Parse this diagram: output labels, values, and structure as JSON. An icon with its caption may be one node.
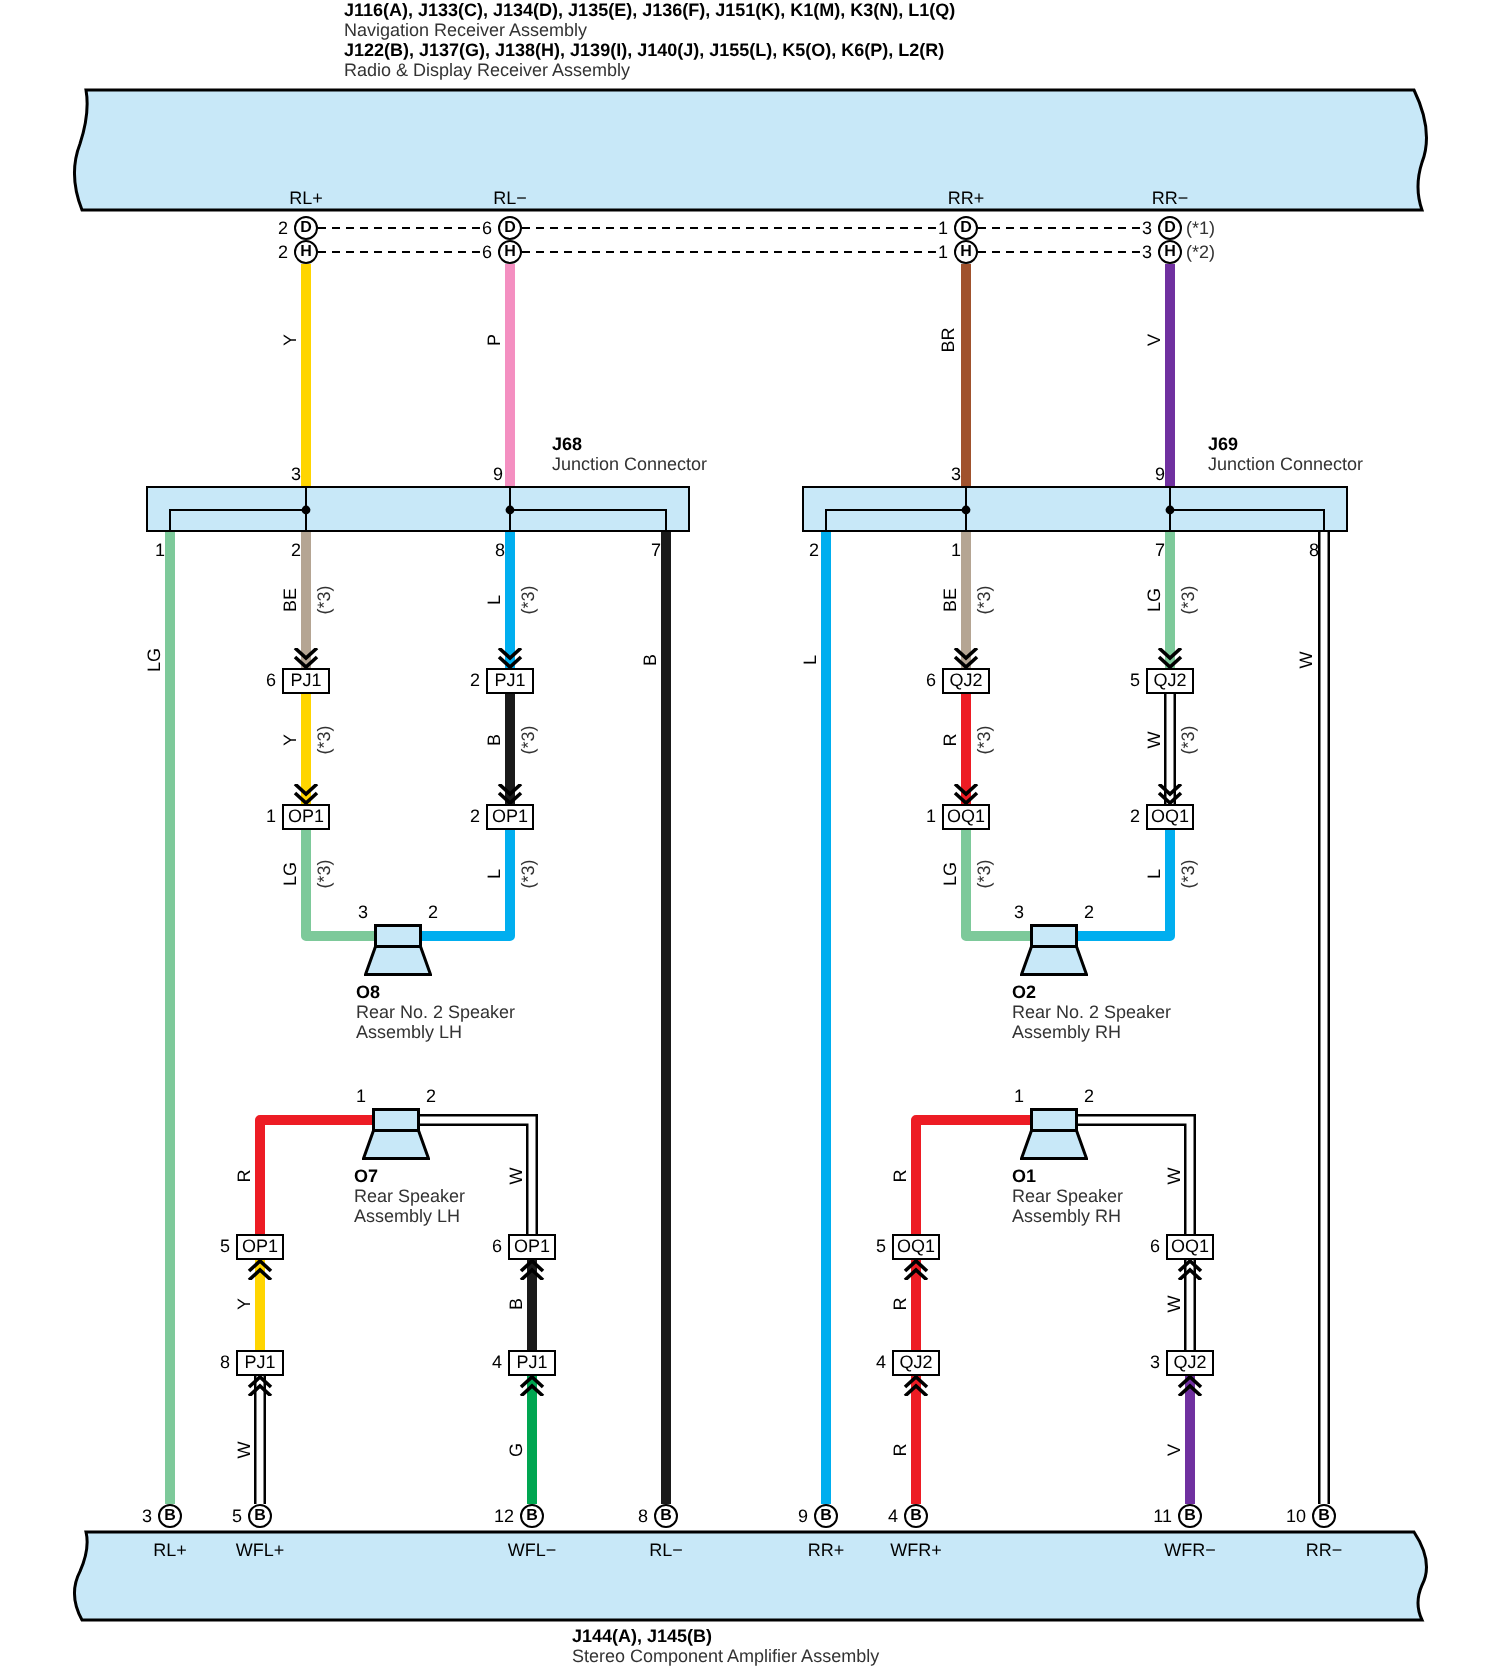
{
  "diagram": {
    "nodes": [
      {
        "text": [
          "J116(A), J133(C), J134(D), J135(E), J136(F), J151(K), K1(M), K3(N), L1(Q)",
          "Navigation Receiver Assembly",
          "J122(B), J137(G), J138(H), J139(I), J140(J), J155(L), K5(O), K6(P), L2(R)",
          "Radio & Display Receiver Assembly"
        ]
      },
      {
        "text": [
          "D"
        ],
        "beside": [
          "2"
        ]
      },
      {
        "text": [
          "D"
        ],
        "beside": [
          "6"
        ]
      },
      {
        "text": [
          "D"
        ],
        "beside": [
          "1"
        ]
      },
      {
        "text": [
          "D"
        ],
        "beside": [
          "3",
          "(*1)"
        ]
      },
      {
        "text": [
          "H"
        ],
        "beside": [
          "2"
        ]
      },
      {
        "text": [
          "H"
        ],
        "beside": [
          "6"
        ]
      },
      {
        "text": [
          "H"
        ],
        "beside": [
          "1"
        ]
      },
      {
        "text": [
          "H"
        ],
        "beside": [
          "3",
          "(*2)"
        ]
      },
      {
        "text": [
          "J68",
          "Junction Connector"
        ],
        "beside": [
          "3",
          "9",
          "1",
          "2",
          "8",
          "7"
        ]
      },
      {
        "text": [
          "J69",
          "Junction Connector"
        ],
        "beside": [
          "3",
          "9",
          "2",
          "1",
          "7",
          "8"
        ]
      },
      {
        "text": [
          "PJ1"
        ],
        "beside": [
          "6"
        ]
      },
      {
        "text": [
          "PJ1"
        ],
        "beside": [
          "2"
        ]
      },
      {
        "text": [
          "OP1"
        ],
        "beside": [
          "1"
        ]
      },
      {
        "text": [
          "OP1"
        ],
        "beside": [
          "2"
        ]
      },
      {
        "text": [
          "O8",
          "Rear No. 2 Speaker Assembly LH"
        ],
        "beside": [
          "3",
          "2"
        ]
      },
      {
        "text": [
          "QJ2"
        ],
        "beside": [
          "6"
        ]
      },
      {
        "text": [
          "QJ2"
        ],
        "beside": [
          "5"
        ]
      },
      {
        "text": [
          "OQ1"
        ],
        "beside": [
          "1"
        ]
      },
      {
        "text": [
          "OQ1"
        ],
        "beside": [
          "2"
        ]
      },
      {
        "text": [
          "O2",
          "Rear No. 2 Speaker Assembly RH"
        ],
        "beside": [
          "3",
          "2"
        ]
      },
      {
        "text": [
          "O7",
          "Rear Speaker Assembly LH"
        ],
        "beside": [
          "1",
          "2"
        ]
      },
      {
        "text": [
          "OP1"
        ],
        "beside": [
          "5"
        ]
      },
      {
        "text": [
          "OP1"
        ],
        "beside": [
          "6"
        ]
      },
      {
        "text": [
          "PJ1"
        ],
        "beside": [
          "8"
        ]
      },
      {
        "text": [
          "PJ1"
        ],
        "beside": [
          "4"
        ]
      },
      {
        "text": [
          "O1",
          "Rear Speaker Assembly RH"
        ],
        "beside": [
          "1",
          "2"
        ]
      },
      {
        "text": [
          "OQ1"
        ],
        "beside": [
          "5"
        ]
      },
      {
        "text": [
          "OQ1"
        ],
        "beside": [
          "6"
        ]
      },
      {
        "text": [
          "QJ2"
        ],
        "beside": [
          "4"
        ]
      },
      {
        "text": [
          "QJ2"
        ],
        "beside": [
          "3"
        ]
      },
      {
        "text": [
          "J144(A), J145(B)",
          "Stereo Component Amplifier Assembly"
        ]
      },
      {
        "text": [
          "B"
        ],
        "beside": [
          "3"
        ]
      },
      {
        "text": [
          "B"
        ],
        "beside": [
          "5"
        ]
      },
      {
        "text": [
          "B"
        ],
        "beside": [
          "12"
        ]
      },
      {
        "text": [
          "B"
        ],
        "beside": [
          "8"
        ]
      },
      {
        "text": [
          "B"
        ],
        "beside": [
          "9"
        ]
      },
      {
        "text": [
          "B"
        ],
        "beside": [
          "4"
        ]
      },
      {
        "text": [
          "B"
        ],
        "beside": [
          "11"
        ]
      },
      {
        "text": [
          "B"
        ],
        "beside": [
          "10"
        ]
      }
    ],
    "edges": [
      {
        "from": 1,
        "to": 2,
        "arrow": "none",
        "style": "dashed"
      },
      {
        "from": 2,
        "to": 3,
        "arrow": "none",
        "style": "dashed"
      },
      {
        "from": 3,
        "to": 4,
        "arrow": "none",
        "style": "dashed"
      },
      {
        "from": 5,
        "to": 6,
        "arrow": "none",
        "style": "dashed"
      },
      {
        "from": 6,
        "to": 7,
        "arrow": "none",
        "style": "dashed"
      },
      {
        "from": 7,
        "to": 8,
        "arrow": "none",
        "style": "dashed"
      },
      {
        "from": 5,
        "to": 9,
        "arrow": "none",
        "label": "Y",
        "color": "#ffd500"
      },
      {
        "from": 6,
        "to": 9,
        "arrow": "none",
        "label": "P",
        "color": "#f48fc1"
      },
      {
        "from": 7,
        "to": 10,
        "arrow": "none",
        "label": "BR",
        "color": "#a0522d"
      },
      {
        "from": 8,
        "to": 10,
        "arrow": "none",
        "label": "V",
        "color": "#7030a0"
      },
      {
        "from": 9,
        "to": 11,
        "arrow": "to",
        "label": "BE",
        "color": "#b5a593"
      },
      {
        "from": 11,
        "to": 13,
        "arrow": "to",
        "label": "Y",
        "color": "#ffd500"
      },
      {
        "from": 13,
        "to": 15,
        "arrow": "none",
        "label": "LG",
        "color": "#7dc99a"
      },
      {
        "from": 9,
        "to": 12,
        "arrow": "to",
        "label": "L",
        "color": "#00aeef"
      },
      {
        "from": 12,
        "to": 14,
        "arrow": "to",
        "label": "B",
        "color": "#1a1a1a"
      },
      {
        "from": 14,
        "to": 15,
        "arrow": "none",
        "label": "L",
        "color": "#00aeef"
      },
      {
        "from": 9,
        "to": 32,
        "arrow": "none",
        "label": "LG",
        "color": "#7dc99a"
      },
      {
        "from": 9,
        "to": 35,
        "arrow": "none",
        "label": "B",
        "color": "#1a1a1a"
      },
      {
        "from": 10,
        "to": 16,
        "arrow": "to",
        "label": "BE",
        "color": "#b5a593"
      },
      {
        "from": 16,
        "to": 18,
        "arrow": "to",
        "label": "R",
        "color": "#ed1c24"
      },
      {
        "from": 18,
        "to": 20,
        "arrow": "none",
        "label": "LG",
        "color": "#7dc99a"
      },
      {
        "from": 10,
        "to": 17,
        "arrow": "to",
        "label": "LG",
        "color": "#7dc99a"
      },
      {
        "from": 17,
        "to": 19,
        "arrow": "to",
        "label": "W",
        "color": "#ffffff"
      },
      {
        "from": 19,
        "to": 20,
        "arrow": "none",
        "label": "L",
        "color": "#00aeef"
      },
      {
        "from": 10,
        "to": 36,
        "arrow": "none",
        "label": "L",
        "color": "#00aeef"
      },
      {
        "from": 10,
        "to": 39,
        "arrow": "none",
        "label": "W",
        "color": "#ffffff"
      },
      {
        "from": 22,
        "to": 21,
        "arrow": "none",
        "label": "R",
        "color": "#ed1c24"
      },
      {
        "from": 24,
        "to": 22,
        "arrow": "to",
        "label": "Y",
        "color": "#ffd500"
      },
      {
        "from": 33,
        "to": 24,
        "arrow": "to",
        "label": "W",
        "color": "#ffffff"
      },
      {
        "from": 23,
        "to": 21,
        "arrow": "none",
        "label": "W",
        "color": "#ffffff"
      },
      {
        "from": 25,
        "to": 23,
        "arrow": "to",
        "label": "B",
        "color": "#1a1a1a"
      },
      {
        "from": 34,
        "to": 25,
        "arrow": "to",
        "label": "G",
        "color": "#00a651"
      },
      {
        "from": 27,
        "to": 26,
        "arrow": "none",
        "label": "R",
        "color": "#ed1c24"
      },
      {
        "from": 29,
        "to": 27,
        "arrow": "to",
        "label": "R",
        "color": "#ed1c24"
      },
      {
        "from": 37,
        "to": 29,
        "arrow": "to",
        "label": "R",
        "color": "#ed1c24"
      },
      {
        "from": 28,
        "to": 26,
        "arrow": "none",
        "label": "W",
        "color": "#ffffff"
      },
      {
        "from": 30,
        "to": 28,
        "arrow": "to",
        "label": "W",
        "color": "#ffffff"
      },
      {
        "from": 38,
        "to": 30,
        "arrow": "to",
        "label": "V",
        "color": "#7030a0"
      }
    ],
    "labels": [
      "RL+",
      "RL−",
      "RR+",
      "RR−",
      "(*3)",
      "(*3)",
      "(*3)",
      "(*3)",
      "(*3)",
      "(*3)",
      "(*3)",
      "(*3)",
      "(*3)",
      "(*3)",
      "(*3)",
      "(*3)",
      "RL+",
      "WFL+",
      "WFL−",
      "RL−",
      "RR+",
      "WFR+",
      "WFR−",
      "RR−"
    ]
  }
}
